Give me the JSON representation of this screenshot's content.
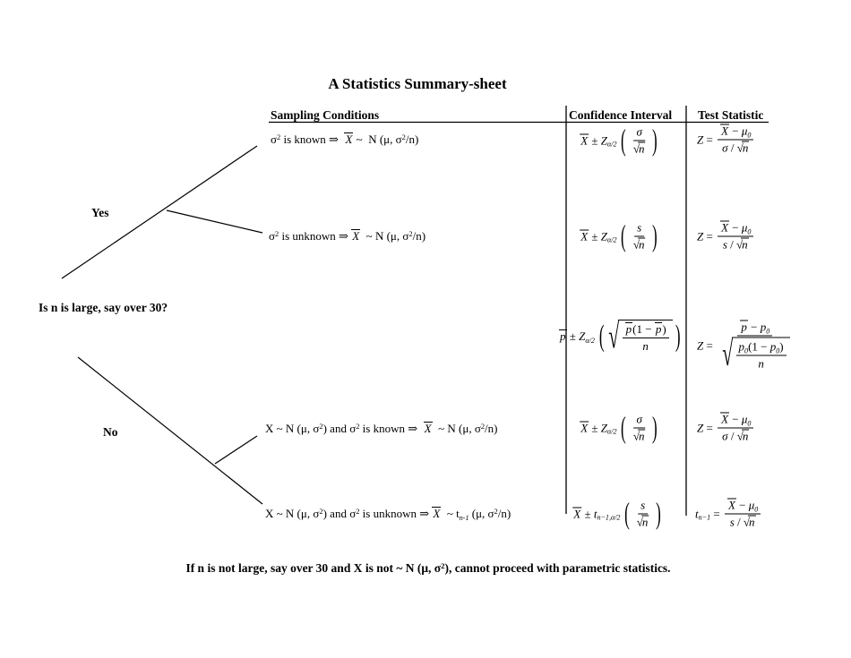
{
  "title": "A Statistics Summary-sheet",
  "colors": {
    "ink": "#000000",
    "background": "#ffffff"
  },
  "decision_tree": {
    "question": "Is n is large, say over 30?",
    "yes_label": "Yes",
    "no_label": "No"
  },
  "footnote": [
    {
      "t": "If n is not large, say over 30 and X is not ~ N (μ, σ"
    },
    {
      "t": "2",
      "s": "sup"
    },
    {
      "t": "), cannot proceed with parametric statistics."
    }
  ],
  "table": {
    "headers": [
      "Sampling Conditions",
      "Confidence Interval",
      "Test Statistic"
    ],
    "rows": [
      {
        "condition": [
          {
            "t": "σ"
          },
          {
            "t": "2",
            "s": "sup"
          },
          {
            "t": " is known "
          },
          {
            "t": "⇒"
          },
          {
            "t": "  "
          },
          {
            "t": "X",
            "s": "bar"
          },
          {
            "t": " ~  N (μ, σ"
          },
          {
            "t": "2",
            "s": "sup"
          },
          {
            "t": "/n)"
          }
        ],
        "ci": {
          "row": [
            {
              "seg": [
                {
                  "t": "X",
                  "s": "bar"
                },
                {
                  "t": " ± "
                },
                {
                  "t": "Z",
                  "s": "it"
                },
                {
                  "t": "α/2",
                  "s": "sub"
                }
              ]
            },
            {
              "paren": {
                "frac": {
                  "num": {
                    "seg": [
                      {
                        "t": "σ",
                        "s": "it"
                      }
                    ]
                  },
                  "den": {
                    "seg": [
                      {
                        "t": "n",
                        "s": "sqrt"
                      }
                    ]
                  }
                }
              }
            }
          ]
        },
        "test": {
          "row": [
            {
              "seg": [
                {
                  "t": "Z",
                  "s": "it"
                },
                {
                  "t": " = "
                }
              ]
            },
            {
              "frac": {
                "num": {
                  "seg": [
                    {
                      "t": "X",
                      "s": "bar"
                    },
                    {
                      "t": " − "
                    },
                    {
                      "t": "μ",
                      "s": "it"
                    },
                    {
                      "t": "0",
                      "s": "sub"
                    }
                  ]
                },
                "den": {
                  "seg": [
                    {
                      "t": "σ",
                      "s": "it"
                    },
                    {
                      "t": " / "
                    },
                    {
                      "t": "n",
                      "s": "sqrt"
                    }
                  ]
                }
              }
            }
          ]
        }
      },
      {
        "condition": [
          {
            "t": "σ"
          },
          {
            "t": "2",
            "s": "sup"
          },
          {
            "t": " is unknown "
          },
          {
            "t": "⇒"
          },
          {
            "t": " "
          },
          {
            "t": "X",
            "s": "bar"
          },
          {
            "t": "  ~ N (μ, σ"
          },
          {
            "t": "2",
            "s": "sup"
          },
          {
            "t": "/n)"
          }
        ],
        "ci": {
          "row": [
            {
              "seg": [
                {
                  "t": "X",
                  "s": "bar"
                },
                {
                  "t": " ± "
                },
                {
                  "t": "Z",
                  "s": "it"
                },
                {
                  "t": "α/2",
                  "s": "sub"
                }
              ]
            },
            {
              "paren": {
                "frac": {
                  "num": {
                    "seg": [
                      {
                        "t": "s",
                        "s": "it"
                      }
                    ]
                  },
                  "den": {
                    "seg": [
                      {
                        "t": "n",
                        "s": "sqrt"
                      }
                    ]
                  }
                }
              }
            }
          ]
        },
        "test": {
          "row": [
            {
              "seg": [
                {
                  "t": "Z",
                  "s": "it"
                },
                {
                  "t": " = "
                }
              ]
            },
            {
              "frac": {
                "num": {
                  "seg": [
                    {
                      "t": "X",
                      "s": "bar"
                    },
                    {
                      "t": " − "
                    },
                    {
                      "t": "μ",
                      "s": "it"
                    },
                    {
                      "t": "0",
                      "s": "sub"
                    }
                  ]
                },
                "den": {
                  "seg": [
                    {
                      "t": "s",
                      "s": "it"
                    },
                    {
                      "t": " / "
                    },
                    {
                      "t": "n",
                      "s": "sqrt"
                    }
                  ]
                }
              }
            }
          ]
        }
      },
      {
        "condition": null,
        "ci": {
          "row": [
            {
              "seg": [
                {
                  "t": "p",
                  "s": "bar"
                },
                {
                  "t": " ± "
                },
                {
                  "t": "Z",
                  "s": "it"
                },
                {
                  "t": "α/2",
                  "s": "sub"
                }
              ]
            },
            {
              "paren": {
                "sqrt": {
                  "frac": {
                    "num": {
                      "seg": [
                        {
                          "t": "p",
                          "s": "bar"
                        },
                        {
                          "t": "(1 − "
                        },
                        {
                          "t": "p",
                          "s": "bar"
                        },
                        {
                          "t": ")"
                        }
                      ]
                    },
                    "den": {
                      "seg": [
                        {
                          "t": "n",
                          "s": "it"
                        }
                      ]
                    }
                  }
                }
              }
            }
          ]
        },
        "test": {
          "row": [
            {
              "seg": [
                {
                  "t": "Z",
                  "s": "it"
                },
                {
                  "t": " = "
                }
              ]
            },
            {
              "frac": {
                "num": {
                  "seg": [
                    {
                      "t": "p",
                      "s": "bar"
                    },
                    {
                      "t": " − "
                    },
                    {
                      "t": "p",
                      "s": "it"
                    },
                    {
                      "t": "0",
                      "s": "sub"
                    }
                  ]
                },
                "den": {
                  "sqrt": {
                    "frac": {
                      "num": {
                        "seg": [
                          {
                            "t": "p",
                            "s": "it"
                          },
                          {
                            "t": "0",
                            "s": "sub"
                          },
                          {
                            "t": "(1 − "
                          },
                          {
                            "t": "p",
                            "s": "it"
                          },
                          {
                            "t": "0",
                            "s": "sub"
                          },
                          {
                            "t": ")"
                          }
                        ]
                      },
                      "den": {
                        "seg": [
                          {
                            "t": "n",
                            "s": "it"
                          }
                        ]
                      }
                    }
                  }
                }
              }
            }
          ]
        }
      },
      {
        "condition": [
          {
            "t": "X ~ N (μ, σ"
          },
          {
            "t": "2",
            "s": "sup"
          },
          {
            "t": ") and σ"
          },
          {
            "t": "2",
            "s": "sup"
          },
          {
            "t": " is known "
          },
          {
            "t": "⇒"
          },
          {
            "t": "  "
          },
          {
            "t": "X",
            "s": "bar"
          },
          {
            "t": "  ~ N (μ, σ"
          },
          {
            "t": "2",
            "s": "sup"
          },
          {
            "t": "/n)"
          }
        ],
        "ci": {
          "row": [
            {
              "seg": [
                {
                  "t": "X",
                  "s": "bar"
                },
                {
                  "t": " ± "
                },
                {
                  "t": "Z",
                  "s": "it"
                },
                {
                  "t": "α/2",
                  "s": "sub"
                }
              ]
            },
            {
              "paren": {
                "frac": {
                  "num": {
                    "seg": [
                      {
                        "t": "σ",
                        "s": "it"
                      }
                    ]
                  },
                  "den": {
                    "seg": [
                      {
                        "t": "n",
                        "s": "sqrt"
                      }
                    ]
                  }
                }
              }
            }
          ]
        },
        "test": {
          "row": [
            {
              "seg": [
                {
                  "t": "Z",
                  "s": "it"
                },
                {
                  "t": " = "
                }
              ]
            },
            {
              "frac": {
                "num": {
                  "seg": [
                    {
                      "t": "X",
                      "s": "bar"
                    },
                    {
                      "t": " − "
                    },
                    {
                      "t": "μ",
                      "s": "it"
                    },
                    {
                      "t": "0",
                      "s": "sub"
                    }
                  ]
                },
                "den": {
                  "seg": [
                    {
                      "t": "σ",
                      "s": "it"
                    },
                    {
                      "t": " / "
                    },
                    {
                      "t": "n",
                      "s": "sqrt"
                    }
                  ]
                }
              }
            }
          ]
        }
      },
      {
        "condition": [
          {
            "t": "X ~ N (μ, σ"
          },
          {
            "t": "2",
            "s": "sup"
          },
          {
            "t": ") and σ"
          },
          {
            "t": "2",
            "s": "sup"
          },
          {
            "t": " is unknown "
          },
          {
            "t": "⇒"
          },
          {
            "t": " "
          },
          {
            "t": "X",
            "s": "bar"
          },
          {
            "t": "  ~ t"
          },
          {
            "t": "n-1",
            "s": "sub"
          },
          {
            "t": " (μ, σ"
          },
          {
            "t": "2",
            "s": "sup"
          },
          {
            "t": "/n)"
          }
        ],
        "ci": {
          "row": [
            {
              "seg": [
                {
                  "t": "X",
                  "s": "bar"
                },
                {
                  "t": " ± "
                },
                {
                  "t": "t",
                  "s": "it"
                },
                {
                  "t": "n−1,α/2",
                  "s": "sub"
                }
              ]
            },
            {
              "paren": {
                "frac": {
                  "num": {
                    "seg": [
                      {
                        "t": "s",
                        "s": "it"
                      }
                    ]
                  },
                  "den": {
                    "seg": [
                      {
                        "t": "n",
                        "s": "sqrt"
                      }
                    ]
                  }
                }
              }
            }
          ]
        },
        "test": {
          "row": [
            {
              "seg": [
                {
                  "t": "t",
                  "s": "it"
                },
                {
                  "t": "n−1",
                  "s": "sub"
                },
                {
                  "t": " = "
                }
              ]
            },
            {
              "frac": {
                "num": {
                  "seg": [
                    {
                      "t": "X",
                      "s": "bar"
                    },
                    {
                      "t": " − "
                    },
                    {
                      "t": "μ",
                      "s": "it"
                    },
                    {
                      "t": "0",
                      "s": "sub"
                    }
                  ]
                },
                "den": {
                  "seg": [
                    {
                      "t": "s",
                      "s": "it"
                    },
                    {
                      "t": " / "
                    },
                    {
                      "t": "n",
                      "s": "sqrt"
                    }
                  ]
                }
              }
            }
          ]
        }
      }
    ]
  }
}
